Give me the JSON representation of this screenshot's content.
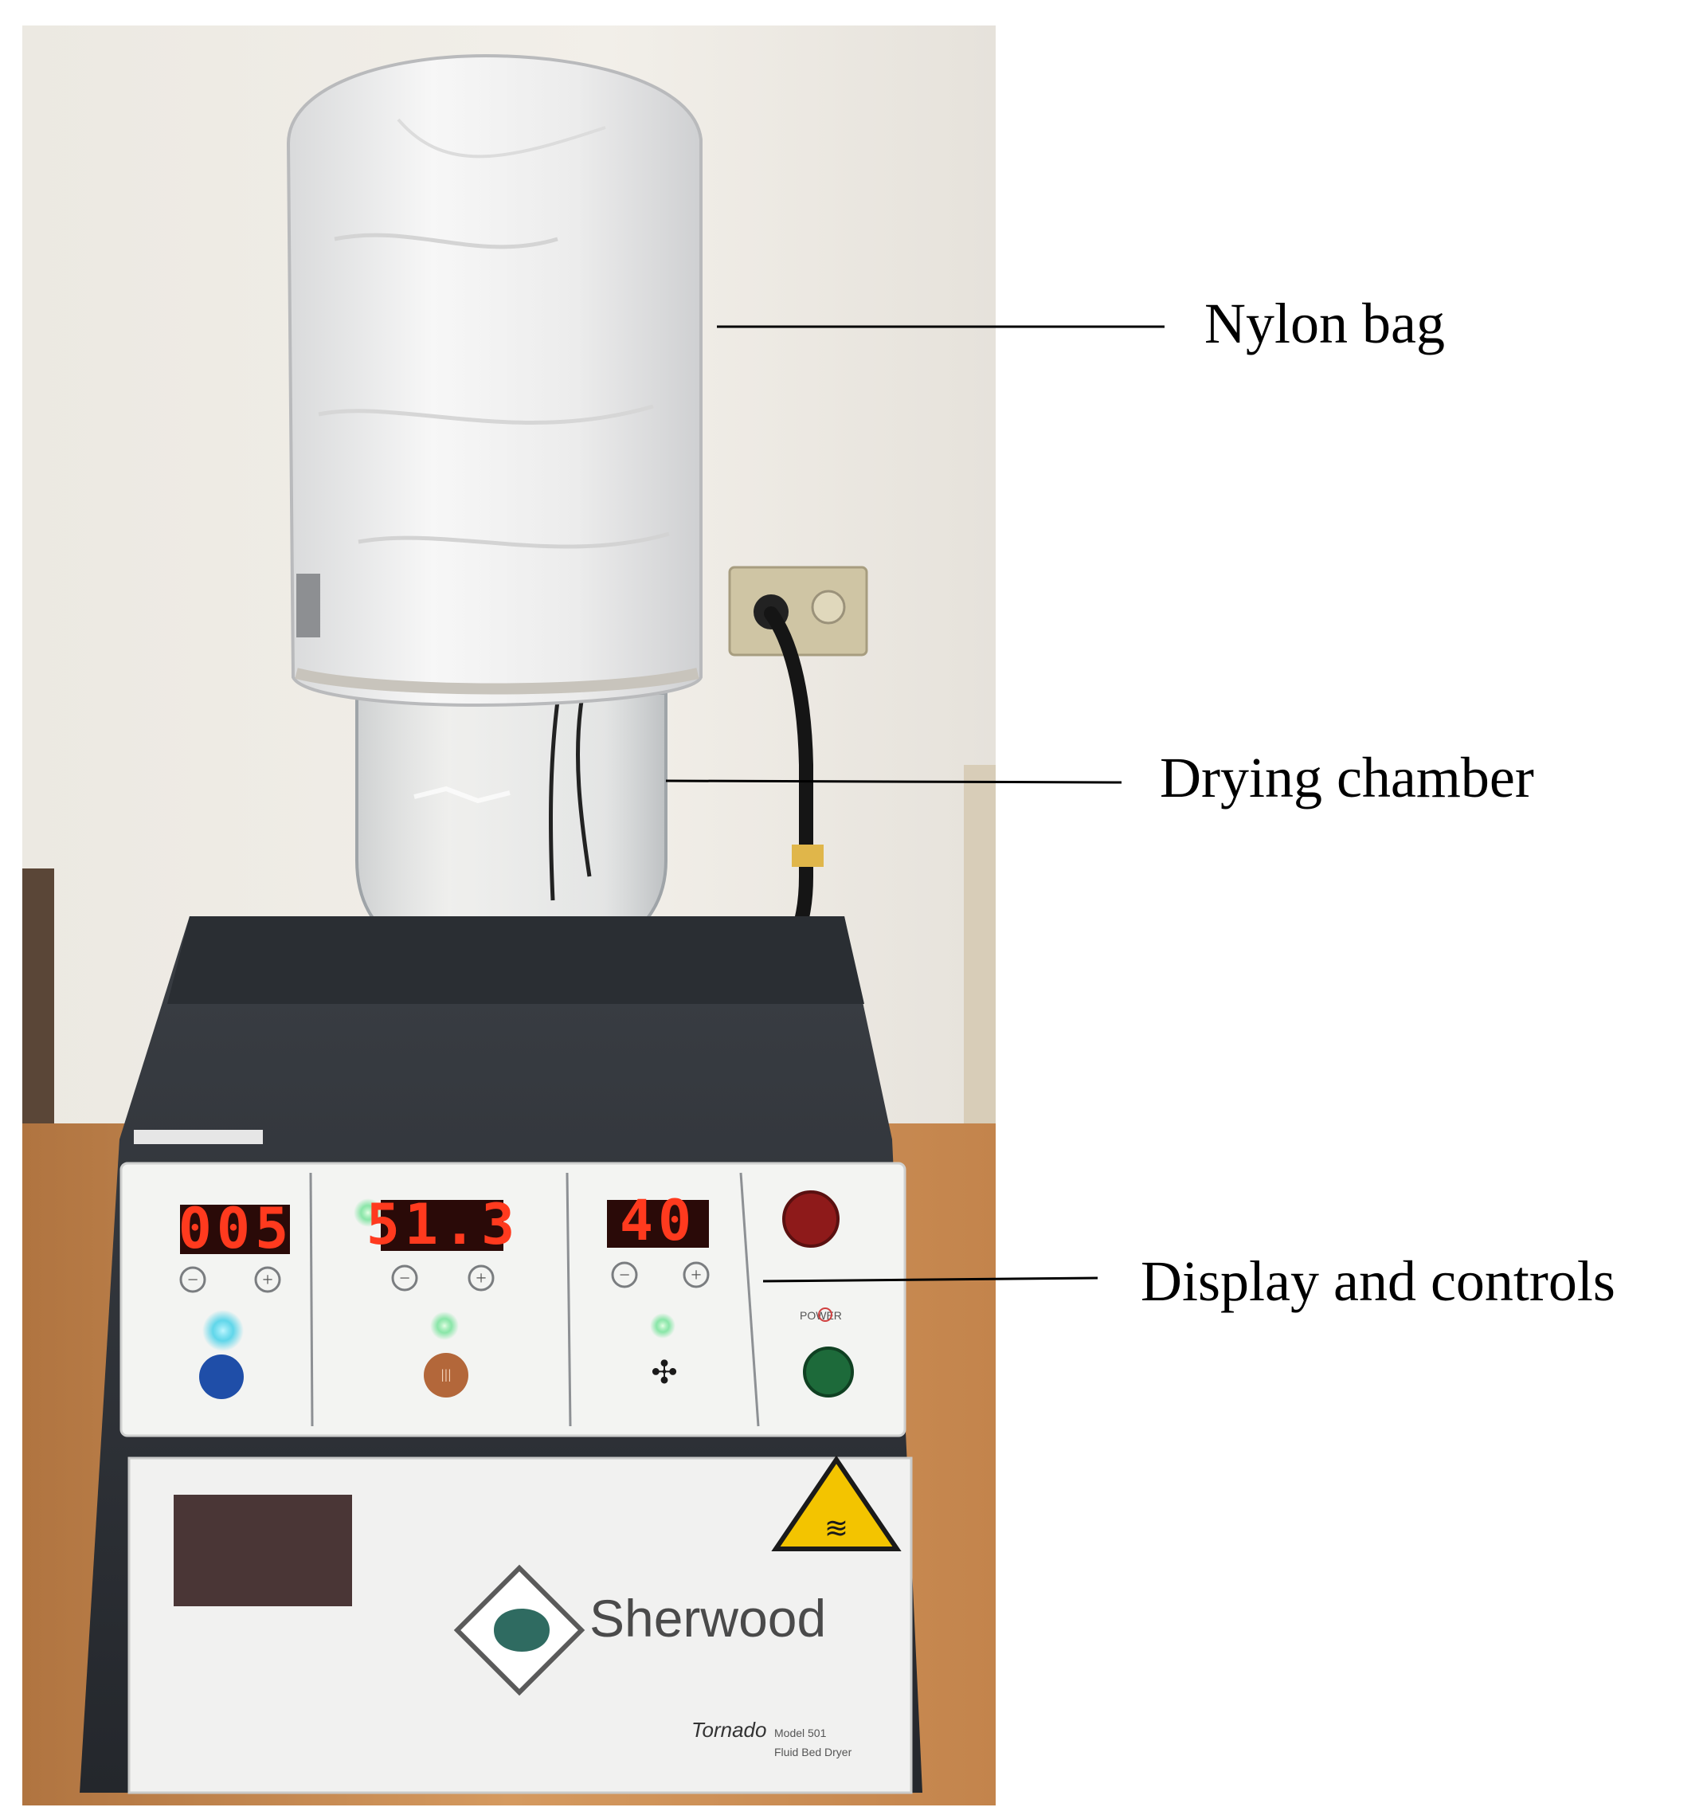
{
  "callouts": {
    "nylon_bag": "Nylon bag",
    "drying_chamber": "Drying chamber",
    "display_controls": "Display and controls"
  },
  "device": {
    "brand": "Sherwood",
    "model_name": "Tornado",
    "model_number": "Model 501",
    "model_sub": "Fluid Bed Dryer",
    "display_1": "005",
    "display_2": "51.3",
    "display_3": "40",
    "power_label": "POWER"
  },
  "colors": {
    "wall": "#efece6",
    "base_body": "#2e3238",
    "panel": "#f3f4f2",
    "lcd_red": "#ff3a1e",
    "bench": "#c98a4f"
  }
}
